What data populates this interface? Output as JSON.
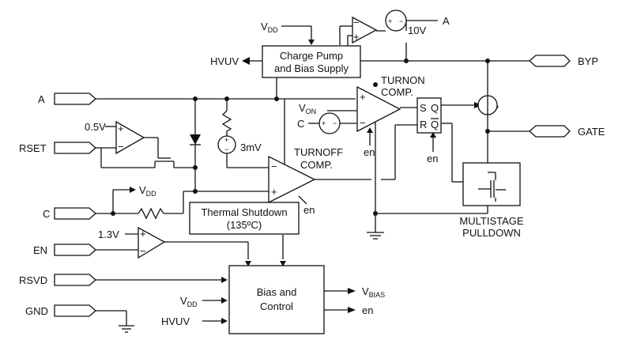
{
  "pins": {
    "left": [
      "A",
      "RSET",
      "C",
      "EN",
      "RSVD",
      "GND"
    ],
    "right": [
      "BYP",
      "GATE"
    ],
    "top_right": "A"
  },
  "blocks": {
    "charge_pump": [
      "Charge Pump",
      "and Bias Supply"
    ],
    "thermal": [
      "Thermal Shutdown",
      "(135ºC)"
    ],
    "bias_control": [
      "Bias  and",
      "Control"
    ],
    "pulldown": [
      "MULTISTAGE",
      "PULLDOWN"
    ]
  },
  "comparators": {
    "turnon": [
      "TURNON",
      "COMP."
    ],
    "turnoff": [
      "TURNOFF",
      "COMP."
    ]
  },
  "latch": {
    "s": "S",
    "r": "R",
    "q": "Q",
    "qbar": "Q"
  },
  "signals": {
    "vdd_main": "V",
    "vdd_sub": "DD",
    "von_main": "V",
    "von_sub": "ON",
    "vbias_main": "V",
    "vbias_sub": "BIAS",
    "hvuv": "HVUV",
    "en": "en",
    "c": "C",
    "plus": "+",
    "minus": "−",
    "v10": "10V",
    "mv3": "3mV",
    "v05": "0.5V",
    "v13": "1.3V"
  }
}
